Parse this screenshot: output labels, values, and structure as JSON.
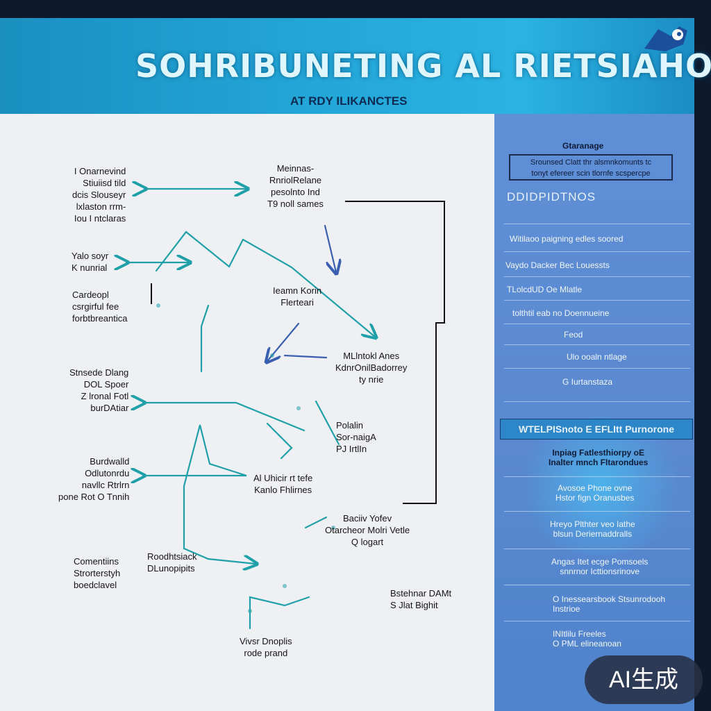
{
  "header": {
    "title": "SOHRIBUNETING AL RIETSIAHOE",
    "subtitle": "AT RDY ILIKANCTES"
  },
  "colors": {
    "accent": "#1fa0a8",
    "header": "#23a6d8",
    "sidebar": "#5a89d0"
  },
  "diagram": {
    "labels": [
      {
        "text": "I Onarnevind\nStiuiisd tild\ndcis Slouseyr\nlxlaston rrm-\nIou I ntclaras"
      },
      {
        "text": "Meinnas-\nRnriolRelane\npesolnto Ind\nT9 noll sames"
      },
      {
        "text": "Yalo soyr\nK nunrial"
      },
      {
        "text": "Cardeopl\ncsrgirful fee\nforbtbreantica"
      },
      {
        "text": "Ieamn Korin\nFlerteari"
      },
      {
        "text": "MLlntokl Anes\nKdnrOnilBadorrey\nty nrie"
      },
      {
        "text": "Stnsede Dlang\nDOL Spoer\nZ lronal Fotl\nburDAtiar"
      },
      {
        "text": "Polalin\nSor-naigA\nPJ IrtlIn"
      },
      {
        "text": "Burdwalld\nOdlutonrdu\nnavllc Rtrlrn\npone Rot O Tnnih"
      },
      {
        "text": "Al Uhicir rt tefe\nKanlo Fhlirnes"
      },
      {
        "text": "Baciiv Yofev\nOtarcheor Molri Vetle\nQ logart"
      },
      {
        "text": "Comentiins\nStrorterstyh\nboedclavel"
      },
      {
        "text": "Roodhtsiack\nDLunopipits"
      },
      {
        "text": "Bstehnar DAMt\nS Jlat Bighit"
      },
      {
        "text": "Vivsr Dnoplis\nrode prand"
      }
    ]
  },
  "sidebar": {
    "card_title": "Gtaranage",
    "card_text": "Srounsed Clatt thr alsmnkomunts tc\ntonyt efereer scin tlornfe scspercpe",
    "heading": "DDIDPIDTNOS",
    "items": [
      {
        "label": "Witilaoo paigning edles soored"
      },
      {
        "label": "Vaydo Dacker Bec Louessts"
      },
      {
        "label": "TLolcdUD Oe Mlatle"
      },
      {
        "label": "tolthtil eab no Doennueine"
      },
      {
        "label": "Feod"
      },
      {
        "label": "Ulo ooaln ntlage"
      },
      {
        "label": "G Iurtanstaza"
      }
    ],
    "band_label": "WTELPISnoto E EFLItt Purnorone",
    "band_items": [
      {
        "label": "Inpiag Fatlesthiorpy oE\nInalter mnch Fltarondues"
      },
      {
        "label": "Avosoe Phone ovne\nHstor fign Oranusbes"
      },
      {
        "label": "Hreyo Plthter veo Iathe\nblsun Deriernaddralls"
      },
      {
        "label": "Angas Itet ecge Pomsoels\nsnnrnor Icttionsrinove"
      },
      {
        "label": "O Inessearsbook Stsunrodooh\nInstrioe"
      },
      {
        "label": "INItlilu Freeles\nO PML elineanoan"
      }
    ]
  },
  "badge": {
    "label": "AI生成"
  }
}
